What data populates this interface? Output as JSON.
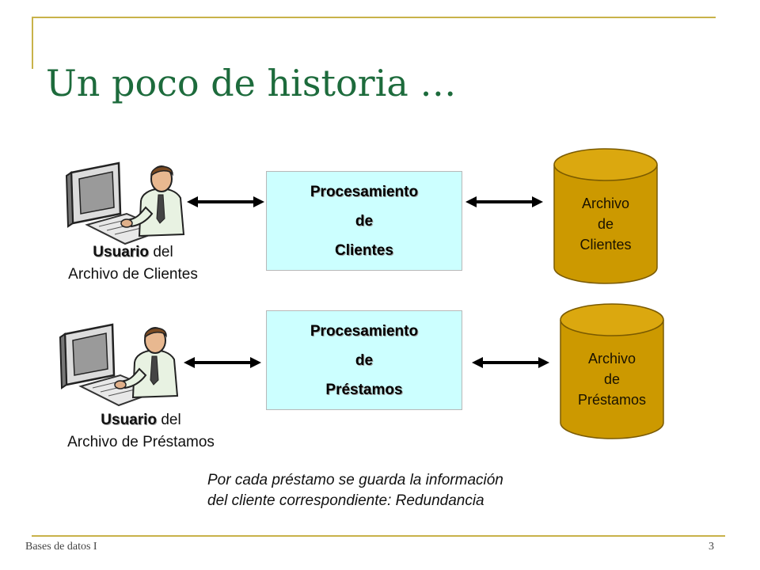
{
  "slide": {
    "title": "Un poco de historia …",
    "footer_left": "Bases de datos I",
    "page_number": "3",
    "accent_color": "#c8b24a",
    "title_color": "#1d6b3c"
  },
  "row1": {
    "user_bold": "Usuario",
    "user_rest": " del",
    "user_line2": "Archivo de Clientes",
    "proc_lines": [
      "Procesamiento",
      "de",
      "Clientes"
    ],
    "file_lines": [
      "Archivo",
      "de",
      "Clientes"
    ]
  },
  "row2": {
    "user_bold": "Usuario",
    "user_rest": " del",
    "user_line2": "Archivo de Préstamos",
    "proc_lines": [
      "Procesamiento",
      "de",
      "Préstamos"
    ],
    "file_lines": [
      "Archivo",
      "de",
      "Préstamos"
    ]
  },
  "note": {
    "line1": "Por cada préstamo se guarda la información",
    "line2": "del cliente correspondiente: Redundancia"
  },
  "colors": {
    "process_fill": "#ccffff",
    "file_fill": "#cc9900",
    "arrow": "#000000"
  },
  "icons": {
    "user": "person-at-computer-icon",
    "file": "database-cylinder-icon"
  }
}
